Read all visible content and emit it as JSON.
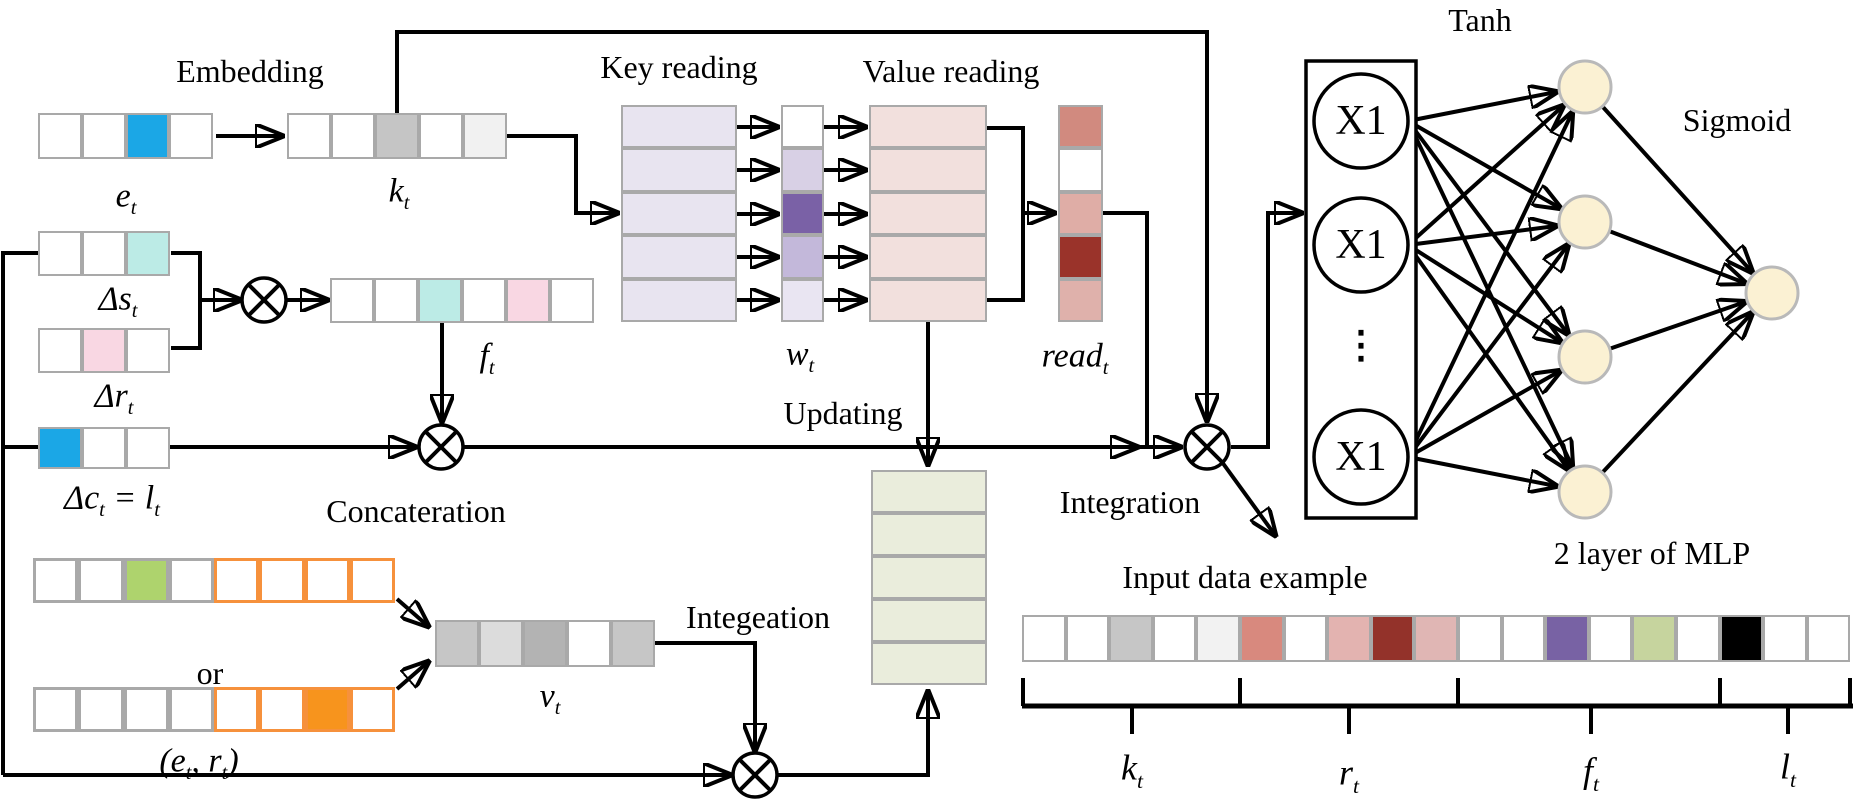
{
  "diagram": {
    "title_labels": {
      "embedding": "Embedding",
      "key_reading": "Key reading",
      "value_reading": "Value reading",
      "updating": "Updating",
      "integration": "Integration",
      "concateration": "Concateration",
      "integeation": "Integeation",
      "or_label": "or",
      "tanh": "Tanh",
      "sigmoid": "Sigmoid",
      "mlp_caption": "2 layer of MLP",
      "input_example": "Input data example"
    },
    "math_labels": {
      "e_t": "e_t",
      "k_t": "k_t",
      "delta_s": "Δs_t",
      "delta_r": "Δr_t",
      "delta_c": "Δc_t = l_t",
      "f_t": "f_t",
      "w_t": "w_t",
      "read_t": "read_t",
      "v_t": "v_t",
      "e_r_pair": "(e_t, r_t)"
    },
    "axis_labels": [
      "k_t",
      "r_t",
      "f_t",
      "l_t"
    ],
    "mlp": {
      "node_label": "X1",
      "ellipsis": "⋮"
    },
    "colors": {
      "blue": "#1BA7E6",
      "cyan": "#BCEBE6",
      "pink": "#F9D7E3",
      "orange_fill": "#F7941D",
      "orange_border": "#F6913C",
      "green": "#AED36D",
      "lavender_matrix": "#E8E4F0",
      "purple_dark": "#7A61A6",
      "value_pink": "#F2E0DD",
      "read_salmon": "#D18A7F",
      "read_dark_red": "#9A332A",
      "memory_green": "#EAEDDC",
      "node_cream": "#FBF1D3",
      "border_gray": "#A9A9A9"
    },
    "vectors": {
      "embedding_input": {
        "cells": [
          "#FFFFFF",
          "#FFFFFF",
          "#1BA7E6",
          "#FFFFFF"
        ]
      },
      "key_vector": {
        "cells": [
          "#FFFFFF",
          "#FFFFFF",
          "#C5C5C5",
          "#FFFFFF",
          "#F1F1F1"
        ]
      },
      "delta_s": {
        "cells": [
          "#FFFFFF",
          "#FFFFFF",
          "#BCEBE6"
        ]
      },
      "delta_r": {
        "cells": [
          "#FFFFFF",
          "#F9D7E3",
          "#FFFFFF"
        ]
      },
      "delta_c": {
        "cells": [
          "#1BA7E6",
          "#FFFFFF",
          "#FFFFFF"
        ]
      },
      "f_t_vector": {
        "cells": [
          "#FFFFFF",
          "#FFFFFF",
          "#BCEBE6",
          "#FFFFFF",
          "#F9D7E3",
          "#FFFFFF"
        ]
      },
      "key_memory": {
        "cells": [
          "#E8E4F0",
          "#E8E4F0",
          "#E8E4F0",
          "#E8E4F0",
          "#E8E4F0"
        ]
      },
      "w_t_vector": {
        "cells": [
          "#FFFFFF",
          "#D8D0E5",
          "#7A61A6",
          "#C3B8DA",
          "#E9E5F2"
        ]
      },
      "value_memory": {
        "cells": [
          "#F2E0DD",
          "#F2E0DD",
          "#F2E0DD",
          "#F2E0DD",
          "#F2E0DD"
        ]
      },
      "read_vector": {
        "cells": [
          "#D18A7F",
          "#FFFFFF",
          "#DFADA6",
          "#9A332A",
          "#DFB1AB"
        ]
      },
      "updated_memory": {
        "cells": [
          "#EAEDDC",
          "#EAEDDC",
          "#EAEDDC",
          "#EAEDDC",
          "#EAEDDC"
        ]
      },
      "or_row_1": {
        "cells": [
          "#FFFFFF",
          "#FFFFFF",
          "#AED36D",
          "#FFFFFF",
          "#FFFFFF",
          "#FFFFFF",
          "#FFFFFF",
          "#FFFFFF"
        ],
        "borders": [
          "#A9A9A9",
          "#A9A9A9",
          "#A9A9A9",
          "#A9A9A9",
          "#F6913C",
          "#F6913C",
          "#F6913C",
          "#F6913C"
        ],
        "bw": "3px"
      },
      "or_row_2": {
        "cells": [
          "#FFFFFF",
          "#FFFFFF",
          "#FFFFFF",
          "#FFFFFF",
          "#FFFFFF",
          "#FFFFFF",
          "#F7941D",
          "#FFFFFF"
        ],
        "borders": [
          "#A9A9A9",
          "#A9A9A9",
          "#A9A9A9",
          "#A9A9A9",
          "#F6913C",
          "#F6913C",
          "#F6913C",
          "#F6913C"
        ],
        "bw": "3px"
      },
      "v_t_vector": {
        "cells": [
          "#C6C6C6",
          "#DCDCDC",
          "#B3B3B3",
          "#FFFFFF",
          "#C6C6C6"
        ]
      },
      "input_example": {
        "cells": [
          "#FFFFFF",
          "#FFFFFF",
          "#C6C6C6",
          "#FFFFFF",
          "#F2F2F2",
          "#D8897E",
          "#FFFFFF",
          "#E3B3B0",
          "#93322A",
          "#E0B6B4",
          "#FFFFFF",
          "#FFFFFF",
          "#7862A4",
          "#FFFFFF",
          "#C6D49E",
          "#FFFFFF",
          "#000000",
          "#FFFFFF",
          "#FFFFFF"
        ]
      }
    }
  }
}
